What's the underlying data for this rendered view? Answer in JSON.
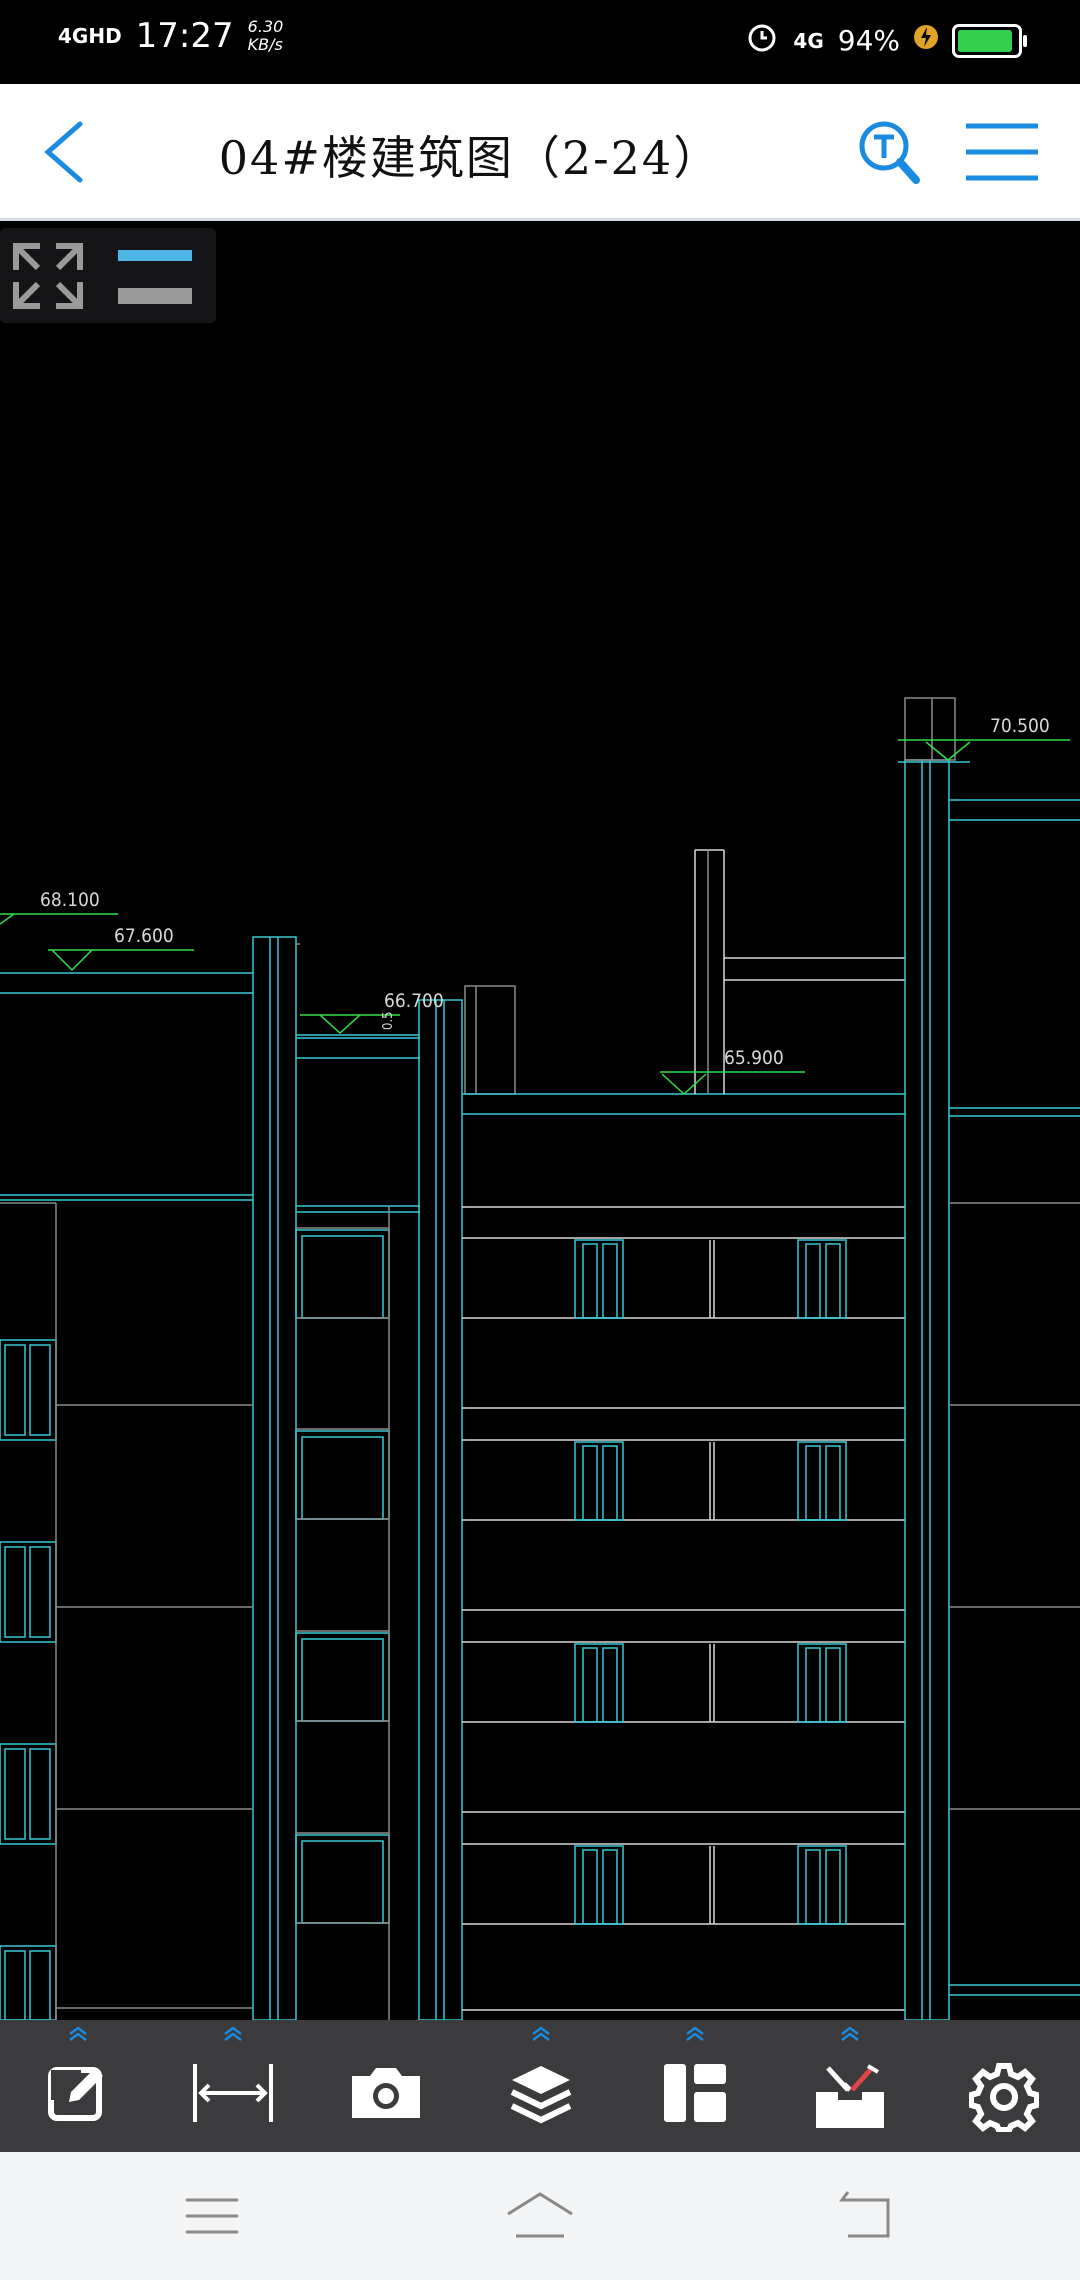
{
  "status_bar": {
    "signal": "4GHD",
    "time": "17:27",
    "speed_value": "6.30",
    "speed_unit": "KB/s",
    "network": "4G",
    "battery": "94%",
    "battery_level": 0.94
  },
  "title_bar": {
    "title": "04#楼建筑图（2-24）"
  },
  "drawing": {
    "elevations": [
      "68.100",
      "67.600",
      "66.700",
      "65.900",
      "70.500"
    ],
    "small_label": "0.5"
  },
  "toolbar": {
    "items": [
      {
        "icon": "edit-icon"
      },
      {
        "icon": "measure-icon"
      },
      {
        "icon": "camera-icon"
      },
      {
        "icon": "layers-icon"
      },
      {
        "icon": "layout-icon"
      },
      {
        "icon": "toolbox-icon"
      },
      {
        "icon": "gear-icon"
      }
    ]
  },
  "colors": {
    "cad_cyan": "#37c9d6",
    "cad_green": "#2fe04a",
    "cad_white": "#d8d8d8",
    "accent_blue": "#1a8be0"
  }
}
